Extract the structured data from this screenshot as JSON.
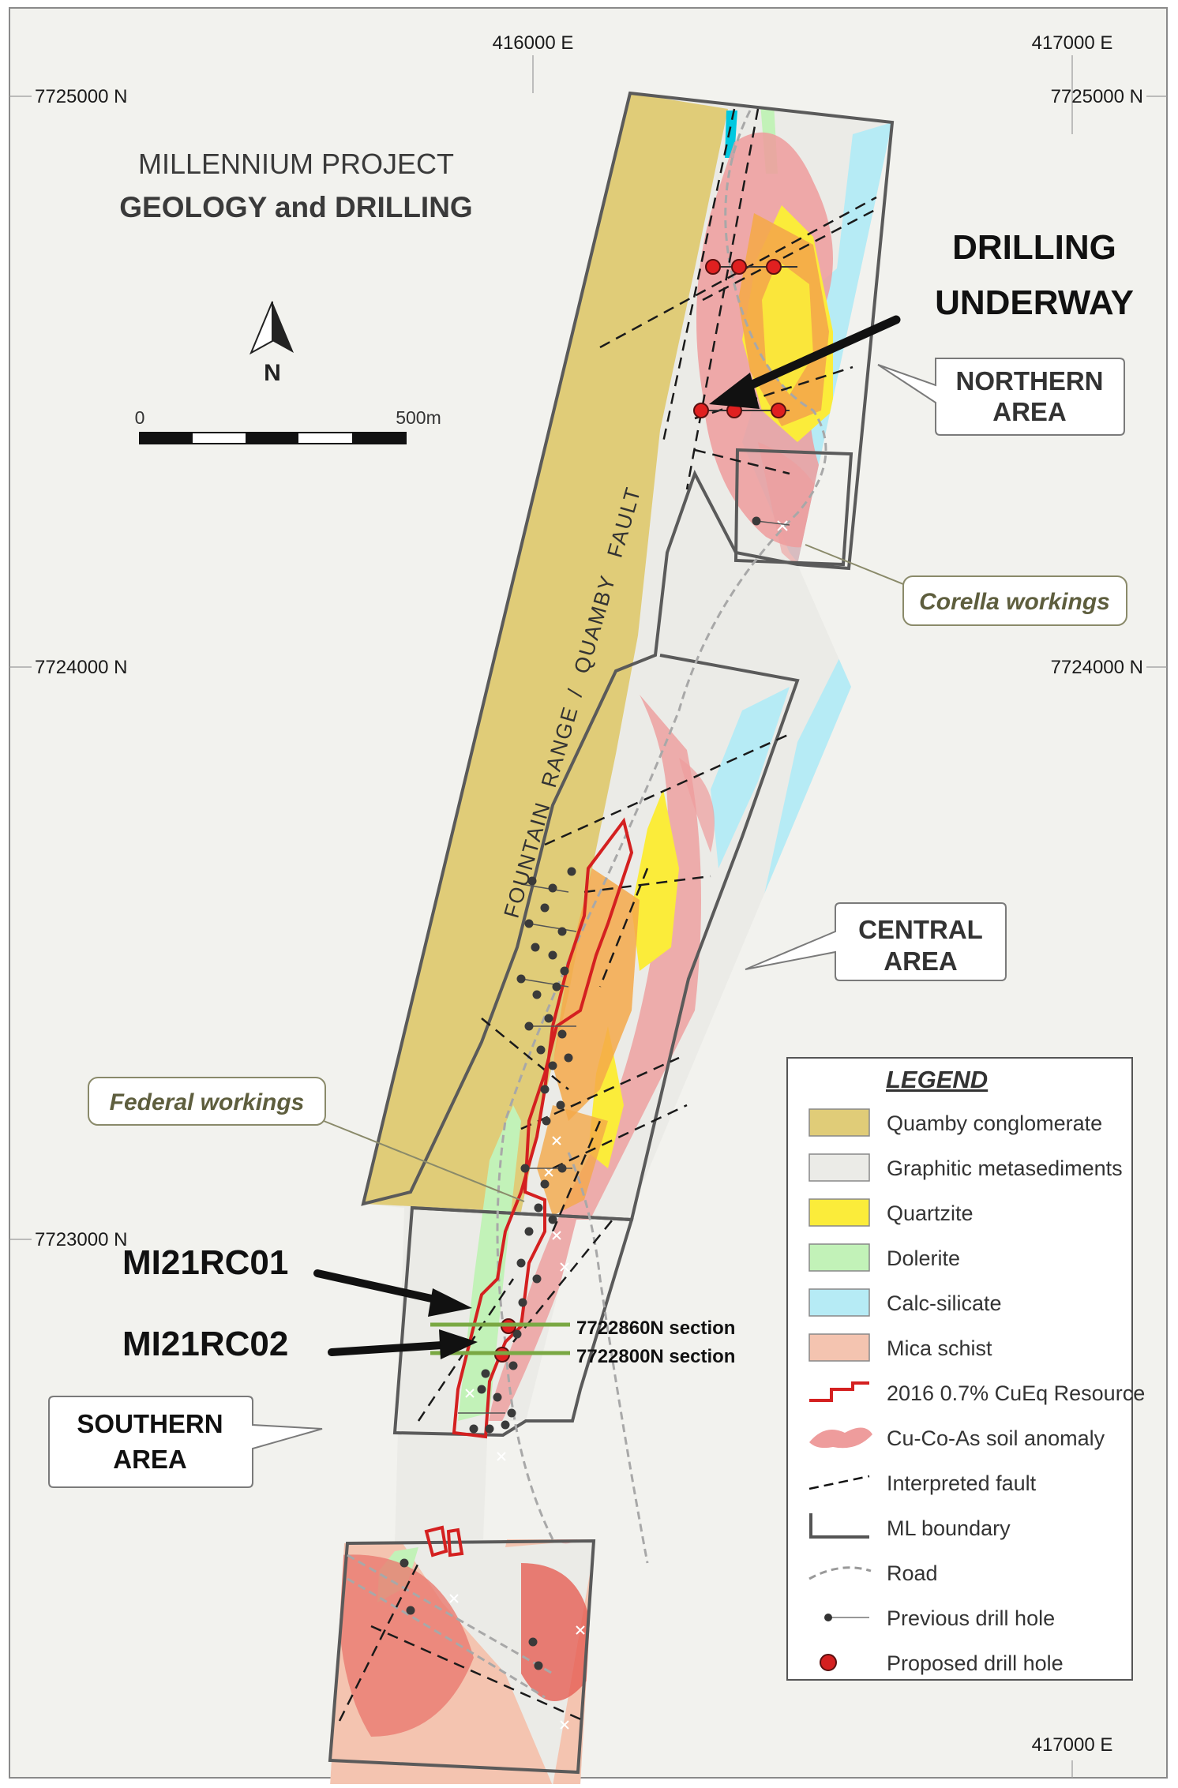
{
  "map": {
    "title": "MILLENNIUM PROJECT",
    "subtitle": "GEOLOGY and DRILLING",
    "north_label": "N",
    "scale": {
      "start": "0",
      "end": "500m"
    },
    "coords": {
      "e416000_top": "416000 E",
      "e417000_top": "417000 E",
      "e417000_bottom": "417000 E",
      "n7725000_left": "7725000 N",
      "n7725000_right": "7725000 N",
      "n7724000_left": "7724000 N",
      "n7724000_right": "7724000 N",
      "n7723000_left": "7723000 N"
    },
    "fault_label": [
      "FOUNTAIN",
      "RANGE",
      "/",
      "QUAMBY",
      "FAULT"
    ]
  },
  "callouts": {
    "northern": [
      "NORTHERN",
      "AREA"
    ],
    "central": [
      "CENTRAL",
      "AREA"
    ],
    "southern": [
      "SOUTHERN",
      "AREA"
    ],
    "corella": "Corella workings",
    "federal": "Federal workings"
  },
  "annotations": {
    "drilling": [
      "DRILLING",
      "UNDERWAY"
    ],
    "hole1": "MI21RC01",
    "hole2": "MI21RC02",
    "section1": "7722860N section",
    "section2": "7722800N section"
  },
  "legend": {
    "title": "LEGEND",
    "items": [
      {
        "label": "Quamby conglomerate",
        "color": "#e0cc78",
        "kind": "swatch"
      },
      {
        "label": "Graphitic metasediments",
        "color": "#ebebe7",
        "kind": "swatch"
      },
      {
        "label": "Quartzite",
        "color": "#fbec3a",
        "kind": "swatch"
      },
      {
        "label": "Dolerite",
        "color": "#c2f2b8",
        "kind": "swatch"
      },
      {
        "label": "Calc-silicate",
        "color": "#b6ebf5",
        "kind": "swatch"
      },
      {
        "label": "Mica schist",
        "color": "#f4c4b0",
        "kind": "swatch"
      },
      {
        "label": "2016 0.7% CuEq Resource",
        "color": "#d42020",
        "kind": "resource"
      },
      {
        "label": "Cu-Co-As soil anomaly",
        "color": "#ee9c9c",
        "kind": "anomaly"
      },
      {
        "label": "Interpreted fault",
        "color": "#111111",
        "kind": "fault"
      },
      {
        "label": "ML boundary",
        "color": "#555555",
        "kind": "boundary"
      },
      {
        "label": "Road",
        "color": "#999999",
        "kind": "road"
      },
      {
        "label": "Previous drill hole",
        "color": "#333333",
        "kind": "prev"
      },
      {
        "label": "Proposed drill hole",
        "color": "#d42020",
        "kind": "proposed"
      }
    ]
  }
}
